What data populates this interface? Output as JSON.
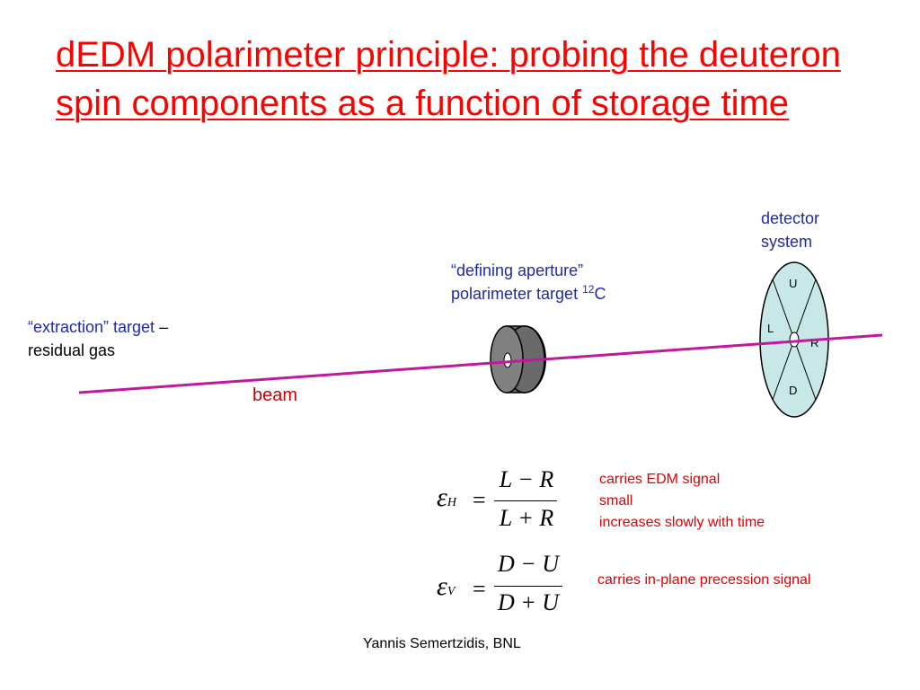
{
  "slide": {
    "title": "dEDM polarimeter principle: probing the deuteron spin components as a function of storage time",
    "footer": "Yannis Semertzidis, BNL"
  },
  "labels": {
    "detector_system": [
      "detector",
      "system"
    ],
    "aperture_line1": "“defining aperture”",
    "aperture_line2": "polarimeter target ",
    "aperture_isotope_mass": "12",
    "aperture_element": "C",
    "extraction_target": "“extraction” target",
    "extraction_dash": " –",
    "residual_gas": "residual gas",
    "beam": "beam"
  },
  "detector_segments": {
    "up": "U",
    "left": "L",
    "right": "R",
    "down": "D"
  },
  "equations": {
    "horizontal": {
      "symbol": "ε",
      "subscript": "H",
      "equals": "=",
      "numerator": "L − R",
      "denominator": "L + R"
    },
    "vertical": {
      "symbol": "ε",
      "subscript": "V",
      "equals": "=",
      "numerator": "D − U",
      "denominator": "D + U"
    }
  },
  "notes": {
    "horizontal": [
      "carries EDM signal",
      "small",
      "increases slowly with time"
    ],
    "vertical": "carries in-plane precession signal"
  },
  "colors": {
    "title": "#ff0000",
    "label_blue": "#1f2aa8",
    "note_red": "#cc0000",
    "beam": "#c2189b",
    "detector_fill": "#c8e8e8",
    "target_gray": "#7a7a7a"
  },
  "icons": {
    "target": "cylinder-disk-icon",
    "detector": "segmented-ellipse-icon",
    "beam": "line"
  }
}
